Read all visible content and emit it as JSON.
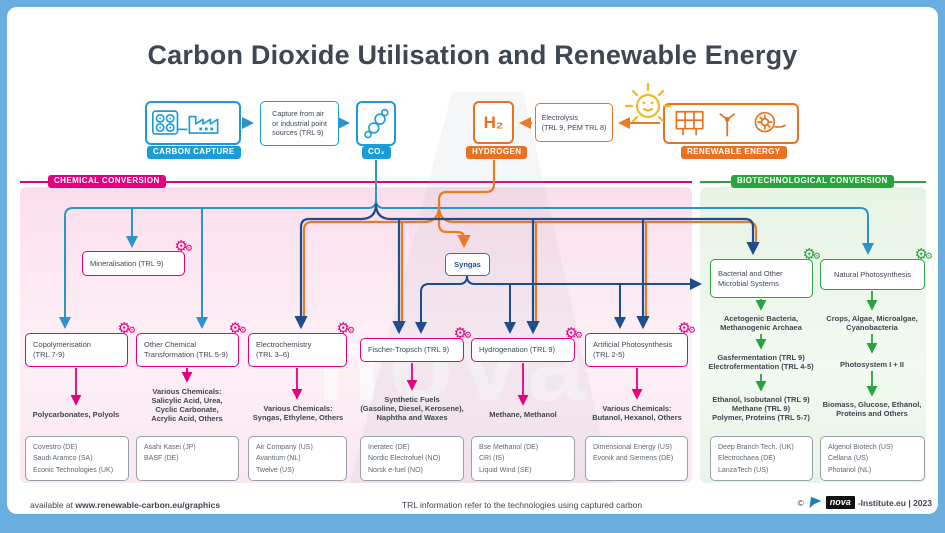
{
  "title": "Carbon Dioxide Utilisation and Renewable Energy",
  "watermark": "nova",
  "colors": {
    "capture_blue": "#1a9cd8",
    "flow_lightblue": "#2e93c9",
    "flow_navy": "#1c4e8e",
    "hydrogen_orange": "#e87122",
    "chemical_magenta": "#e6007e",
    "biotech_green": "#27a43b",
    "frame_blue": "#69aede"
  },
  "top_flow": {
    "cc_badge": "CARBON CAPTURE",
    "capture_note": "Capture from air\nor industrial point\nsources (TRL 9)",
    "co2_badge": "CO₂",
    "h2_symbol": "H₂",
    "h2_badge": "HYDROGEN",
    "electrolysis_note": "Electrolysis\n(TRL 9, PEM TRL 8)",
    "renewable_badge": "RENEWABLE ENERGY"
  },
  "sections": {
    "chemical_label": "CHEMICAL CONVERSION",
    "biotech_label": "BIOTECHNOLOGICAL CONVERSION"
  },
  "mid": {
    "mineralisation": "Mineralisation (TRL 9)",
    "syngas": "Syngas"
  },
  "chemical": {
    "processes": [
      {
        "label": "Copolymerisation\n(TRL 7-9)",
        "output": "Polycarbonates, Polyols",
        "companies": "Covestro (DE)\nSaudi Aramco (SA)\nEconic Technologies (UK)"
      },
      {
        "label": "Other Chemical\nTransformation (TRL 5-9)",
        "output": "Various Chemicals:\nSalicylic Acid, Urea,\nCyclic Carbonate,\nAcrylic Acid, Others",
        "companies": "Asahi Kasei (JP)\nBASF (DE)"
      },
      {
        "label": "Electrochemistry\n(TRL 3–6)",
        "output": "Various Chemicals:\nSyngas, Ethylene, Others",
        "companies": "Air Company (US)\nAvantium (NL)\nTwelve (US)"
      },
      {
        "label": "Fischer-Tropsch (TRL 9)",
        "output": "Synthetic Fuels\n(Gasoline, Diesel, Kerosene),\nNaphtha and Waxes",
        "companies": "Ineratec (DE)\nNordic Electrofuel (NO)\nNorsk e-fuel (NO)"
      },
      {
        "label": "Hydrogenation (TRL 9)",
        "output": "Methane, Methanol",
        "companies": "Bse Methanol (DE)\nCRI (IS)\nLiquid Wind (SE)"
      },
      {
        "label": "Artificial Photosynthesis\n(TRL 2-5)",
        "output": "Various Chemicals:\nButanol, Hexanol, Others",
        "companies": "Dimensional Energy (US)\nEvonik and Siemens (DE)"
      }
    ]
  },
  "biotech": {
    "columns": [
      {
        "label": "Bacterial and Other\nMicrobial Systems",
        "step1": "Acetogenic Bacteria,\nMethanogenic Archaea",
        "step2": "Gasfermentation (TRL 9)\nElectrofermentation (TRL 4-5)",
        "step3": "Ethanol, Isobutanol (TRL 9)\nMethane (TRL 9)\nPolymer, Proteins (TRL 5-7)",
        "companies": "Deep Branch Tech. (UK)\nElectrochaea (DE)\nLanzaTech (US)"
      },
      {
        "label": "Natural Photosynthesis",
        "step1": "Crops, Algae, Microalgae,\nCyanobacteria",
        "step2": "Photosystem I + II",
        "step3": "Biomass, Glucose, Ethanol,\nProteins and Others",
        "companies": "Algenol Biotech (US)\nCellana (US)\nPhotanol (NL)"
      }
    ]
  },
  "footer": {
    "available_prefix": "available at ",
    "available_url": "www.renewable-carbon.eu/graphics",
    "note": "TRL information refer to the technologies using captured carbon",
    "copyright": "©",
    "logo_text": "nova",
    "credit": "-Institute.eu | 2023"
  }
}
